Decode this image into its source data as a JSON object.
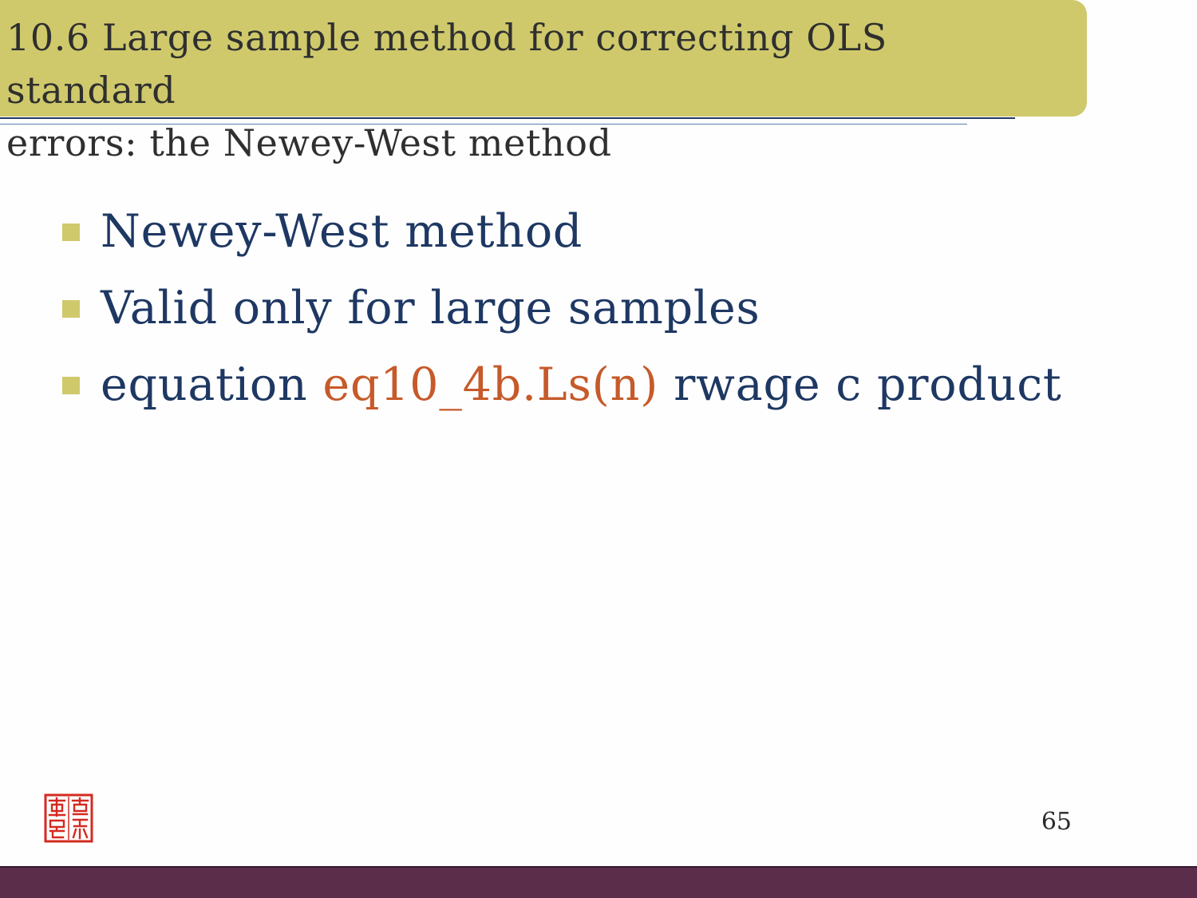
{
  "slide": {
    "title": "10.6 Large sample method for correcting OLS standard\nerrors: the Newey-West method",
    "bullets": [
      {
        "before": "Newey-West method",
        "accent": "",
        "after": ""
      },
      {
        "before": "Valid only for large samples",
        "accent": "",
        "after": ""
      },
      {
        "before": "equation ",
        "accent": "eq10_4b.Ls(n)",
        "after": " rwage c product"
      }
    ],
    "page_number": "65"
  },
  "colors": {
    "title_background": "#cfc96c",
    "bullet_marker": "#cfc96c",
    "body_text": "#1e3863",
    "accent_text": "#c65a2a",
    "footer_bar": "#5b2d4a",
    "seal_red": "#d42a20"
  },
  "icons": {
    "bullet": "square-bullet-icon",
    "seal": "red-seal-logo-icon"
  }
}
